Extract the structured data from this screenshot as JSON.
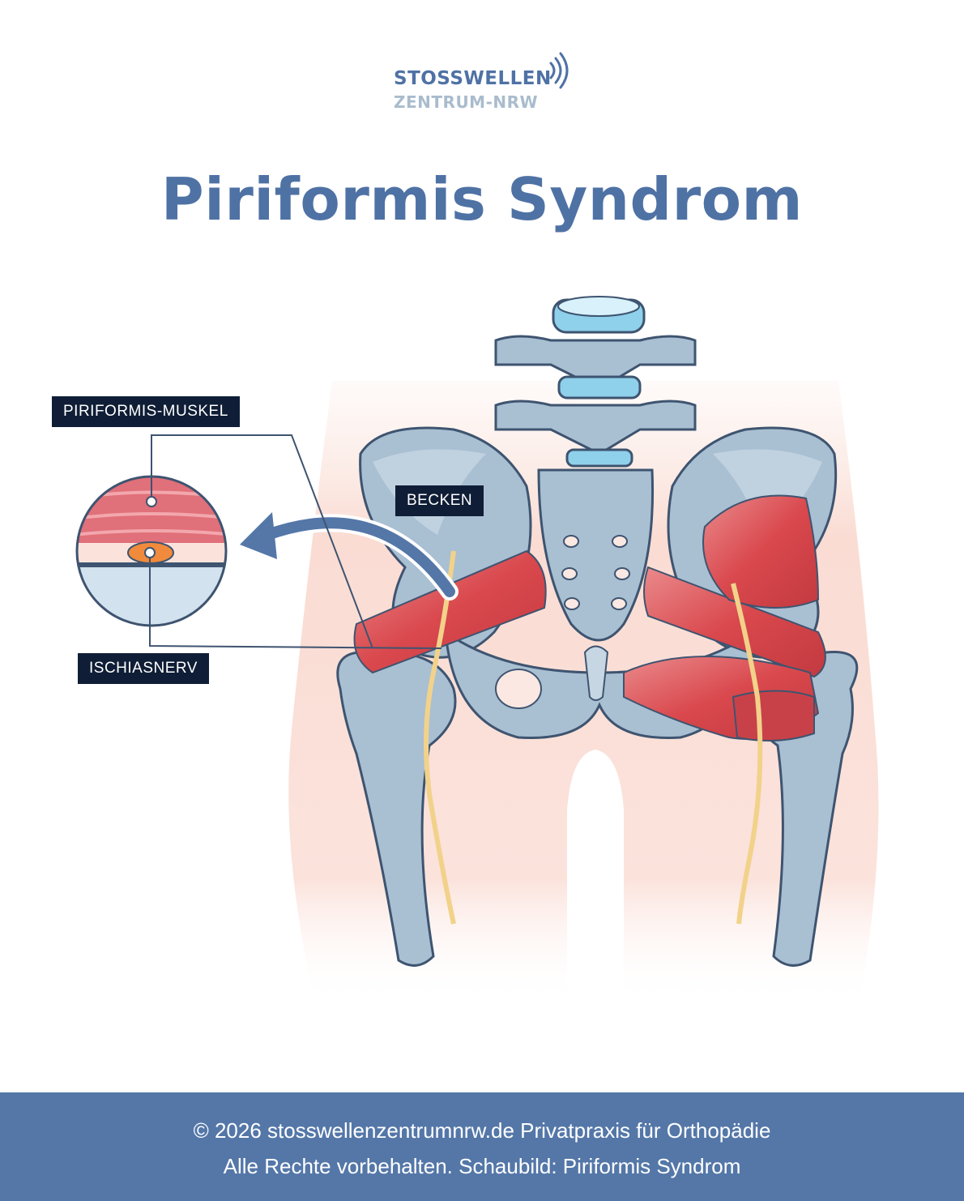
{
  "logo": {
    "line1": "STOSSWELLEN",
    "line2": "ZENTRUM-NRW"
  },
  "title": "Piriformis Syndrom",
  "labels": {
    "piriformis": "PIRIFORMIS-MUSKEL",
    "becken": "BECKEN",
    "ischiasnerv": "ISCHIASNERV"
  },
  "footer": {
    "line1": "© 2026 stosswellenzentrumnrw.de Privatpraxis für Orthopädie",
    "line2": "Alle Rechte vorbehalten. Schaubild: Piriformis Syndrom"
  },
  "colors": {
    "brand_blue": "#4f72a5",
    "logo_grey": "#a9bccd",
    "bone": "#a9bfd2",
    "muscle": "#d9484d",
    "nerve": "#f2d28a",
    "label_bg": "#0f1e36",
    "footer_bg": "#5477a8"
  }
}
